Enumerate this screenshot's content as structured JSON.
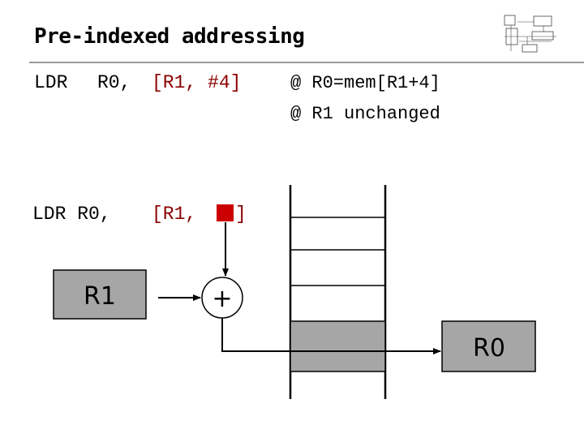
{
  "header": {
    "title": "Pre-indexed addressing"
  },
  "instruction": {
    "op": "LDR",
    "dest": "R0,",
    "operand": "[R1, #4]",
    "comment_1": "@ R0=mem[R1+4]",
    "comment_2": "@ R1 unchanged"
  },
  "diagram": {
    "instruction": {
      "prefix": "LDR R0,",
      "open": "[R1,",
      "close": "]"
    },
    "register_label": "R1",
    "adder_symbol": "+",
    "result_label": "R0",
    "colors": {
      "box_fill": "#a6a6a6",
      "offset_square": "#cc0000",
      "bracket": "#8b0000"
    }
  }
}
